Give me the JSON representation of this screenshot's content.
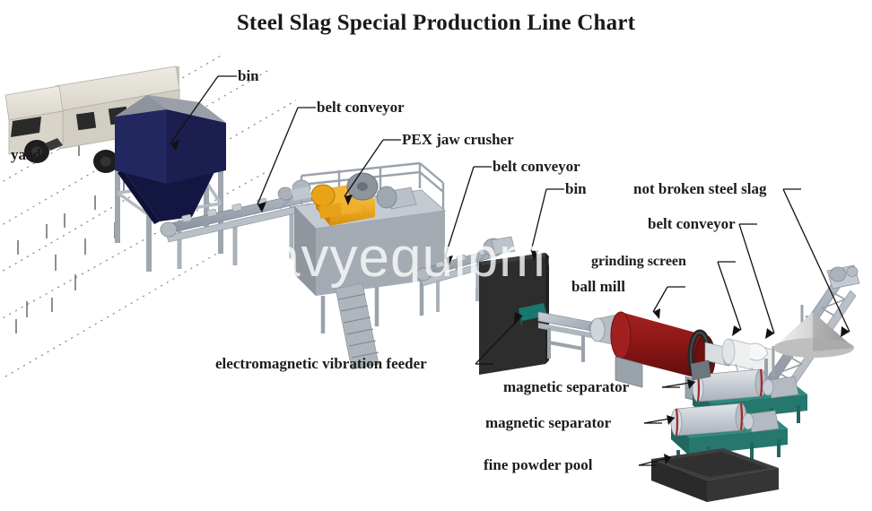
{
  "chart": {
    "title": "Steel Slag Special Production Line Chart",
    "watermark": "avyequipmento"
  },
  "labels": [
    {
      "id": "yard",
      "text": "yard"
    },
    {
      "id": "bin-1",
      "text": "bin"
    },
    {
      "id": "belt-1",
      "text": "belt conveyor"
    },
    {
      "id": "jaw-crusher",
      "text": "PEX jaw crusher"
    },
    {
      "id": "belt-2",
      "text": "belt conveyor"
    },
    {
      "id": "bin-2",
      "text": "bin"
    },
    {
      "id": "slag",
      "text": "not broken steel slag"
    },
    {
      "id": "belt-3",
      "text": "belt conveyor"
    },
    {
      "id": "screen",
      "text": "grinding screen"
    },
    {
      "id": "ball-mill",
      "text": "ball mill"
    },
    {
      "id": "feeder",
      "text": "electromagnetic vibration feeder"
    },
    {
      "id": "magsep-1",
      "text": "magnetic separator"
    },
    {
      "id": "magsep-2",
      "text": "magnetic separator"
    },
    {
      "id": "pool",
      "text": "fine powder pool"
    }
  ],
  "colors": {
    "bin_navy": "#1b1e4e",
    "bin_dark": "#2d2d2d",
    "crusher_orange": "#e8a317",
    "ball_mill_red": "#8e1616",
    "separator_teal": "#2b8078",
    "steel_gray": "#a8b0ba",
    "truck_cream": "#dedad0",
    "pool_dark": "#343434",
    "label_text": "#1c1c1c"
  }
}
